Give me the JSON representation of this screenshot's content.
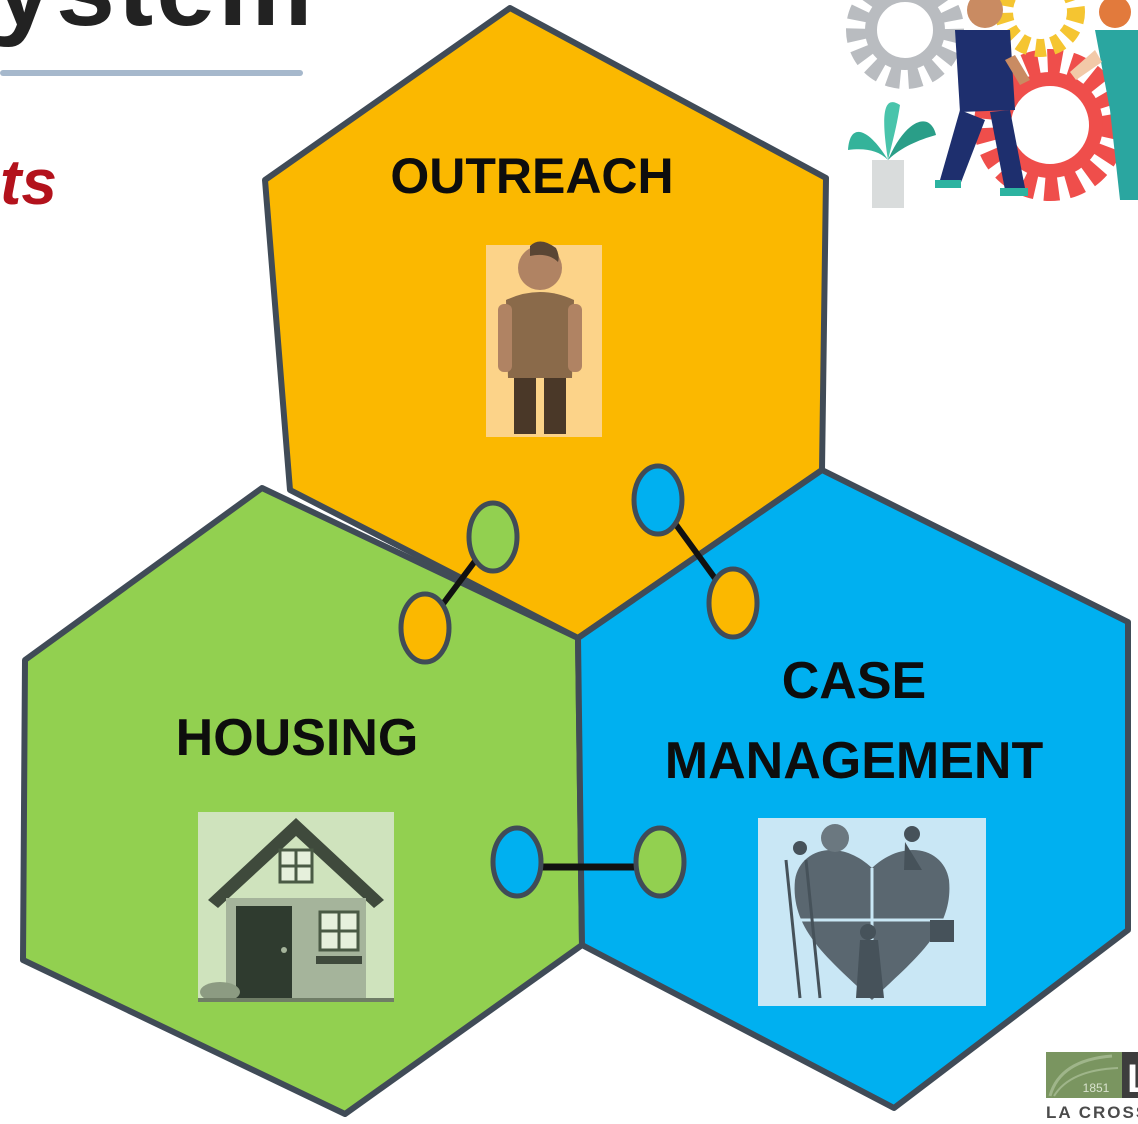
{
  "heading": {
    "title_fragment": "ystem",
    "subtitle_fragment": "ts"
  },
  "diagram": {
    "hexagons": [
      {
        "id": "outreach",
        "label_lines": [
          "OUTREACH"
        ],
        "color": "#fbb800",
        "image": "person-icon"
      },
      {
        "id": "housing",
        "label_lines": [
          "HOUSING"
        ],
        "color": "#92d050",
        "image": "house-icon"
      },
      {
        "id": "case-management",
        "label_lines": [
          "CASE",
          "MANAGEMENT"
        ],
        "color": "#00b0f0",
        "image": "heart-puzzle-team-icon"
      }
    ],
    "connectors": [
      {
        "between": [
          "outreach",
          "housing"
        ],
        "colors": [
          "#92d050",
          "#fbb800"
        ]
      },
      {
        "between": [
          "outreach",
          "case-management"
        ],
        "colors": [
          "#00b0f0",
          "#fbb800"
        ]
      },
      {
        "between": [
          "housing",
          "case-management"
        ],
        "colors": [
          "#00b0f0",
          "#92d050"
        ]
      }
    ],
    "outline_color": "#404b57",
    "connector_line_color": "#111111"
  },
  "decoration": {
    "top_right_illustration": "people-with-gears-illustration"
  },
  "logo": {
    "year": "1851",
    "letter": "L",
    "caption": "LA CROSSE",
    "color": "#7a9560"
  }
}
